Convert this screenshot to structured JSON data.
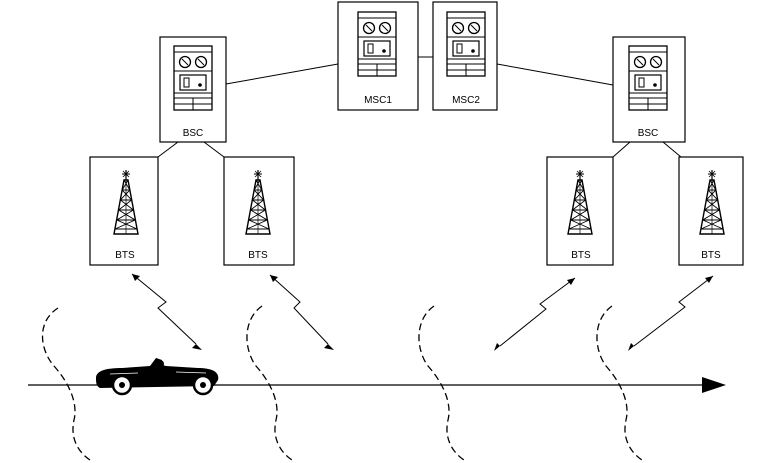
{
  "nodes": {
    "msc1": "MSC1",
    "msc2": "MSC2",
    "bsc_left": "BSC",
    "bsc_right": "BSC",
    "bts_1": "BTS",
    "bts_2": "BTS",
    "bts_3": "BTS",
    "bts_4": "BTS"
  },
  "icons": [
    "switch-cabinet-icon",
    "antenna-tower-icon",
    "radio-link-icon",
    "car-icon",
    "cell-boundary-icon",
    "direction-arrow-icon"
  ]
}
